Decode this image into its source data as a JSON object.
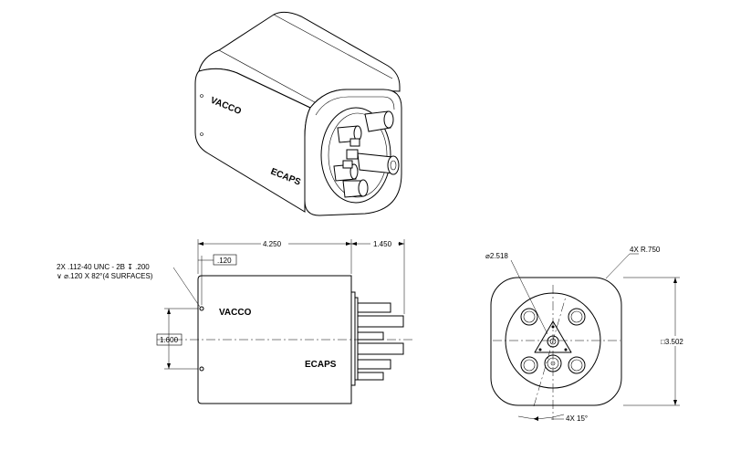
{
  "views": {
    "isometric": {
      "brand_top": "VACCO",
      "brand_side": "ECAPS"
    },
    "side": {
      "brand_top": "VACCO",
      "brand_side": "ECAPS",
      "dim_length": "4.250",
      "dim_stub": "1.450",
      "dim_hole_offset": ".120",
      "dim_hole_spacing": "1.600",
      "note_line1": "2X .112-40 UNC - 2B ↧ .200",
      "note_line2": "∨ ⌀.120 X 82°(4 SURFACES)"
    },
    "end": {
      "dim_diameter": "⌀2.518",
      "dim_radius": "4X R.750",
      "dim_square": "□3.502",
      "dim_angle": "4X 15°"
    }
  }
}
